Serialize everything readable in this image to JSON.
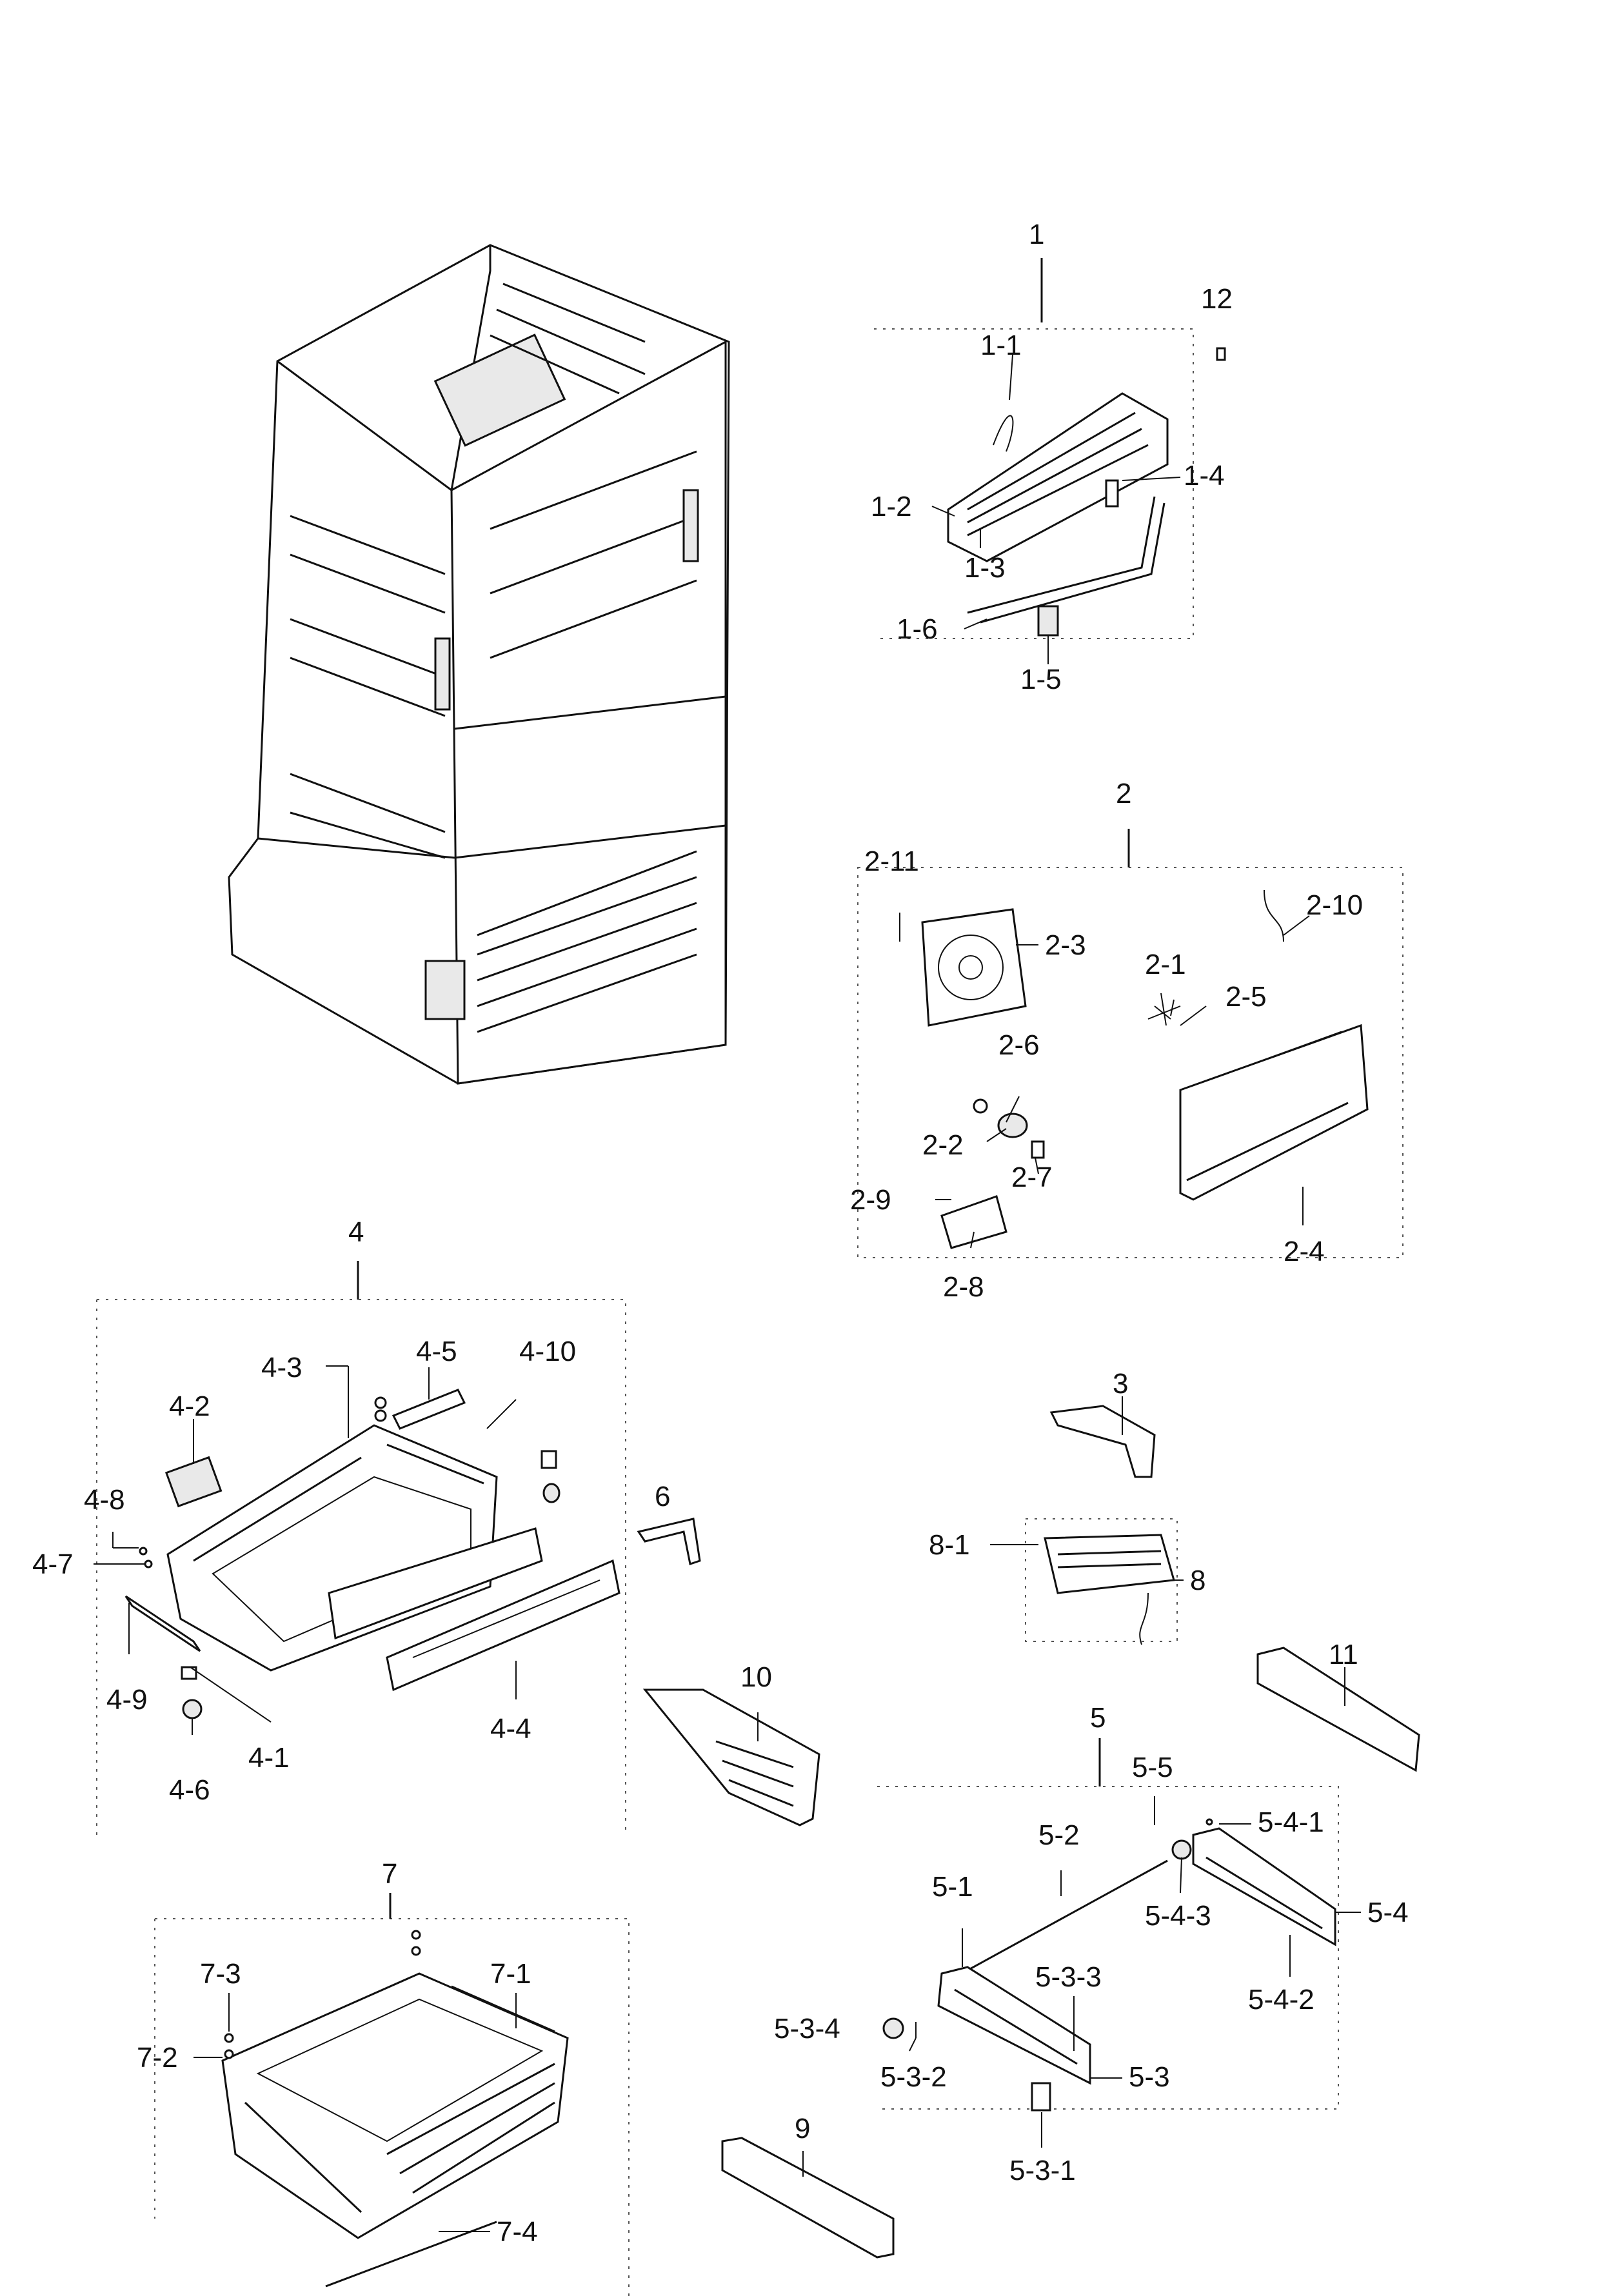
{
  "labels": {
    "l1": "1",
    "l1_1": "1-1",
    "l12": "12",
    "l1_2": "1-2",
    "l1_3": "1-3",
    "l1_4": "1-4",
    "l1_5": "1-5",
    "l1_6": "1-6",
    "l2": "2",
    "l2_1": "2-1",
    "l2_2": "2-2",
    "l2_3": "2-3",
    "l2_4": "2-4",
    "l2_5": "2-5",
    "l2_6": "2-6",
    "l2_7": "2-7",
    "l2_8": "2-8",
    "l2_9": "2-9",
    "l2_10": "2-10",
    "l2_11": "2-11",
    "l3": "3",
    "l4": "4",
    "l4_1": "4-1",
    "l4_2": "4-2",
    "l4_3": "4-3",
    "l4_4": "4-4",
    "l4_5": "4-5",
    "l4_6": "4-6",
    "l4_7": "4-7",
    "l4_8": "4-8",
    "l4_9": "4-9",
    "l4_10": "4-10",
    "l5": "5",
    "l5_1": "5-1",
    "l5_2": "5-2",
    "l5_3": "5-3",
    "l5_3_1": "5-3-1",
    "l5_3_2": "5-3-2",
    "l5_3_3": "5-3-3",
    "l5_3_4": "5-3-4",
    "l5_4": "5-4",
    "l5_4_1": "5-4-1",
    "l5_4_2": "5-4-2",
    "l5_4_3": "5-4-3",
    "l5_5": "5-5",
    "l6": "6",
    "l7": "7",
    "l7_1": "7-1",
    "l7_2": "7-2",
    "l7_3": "7-3",
    "l7_4": "7-4",
    "l8": "8",
    "l8_1": "8-1",
    "l9": "9",
    "l10": "10",
    "l11": "11"
  }
}
